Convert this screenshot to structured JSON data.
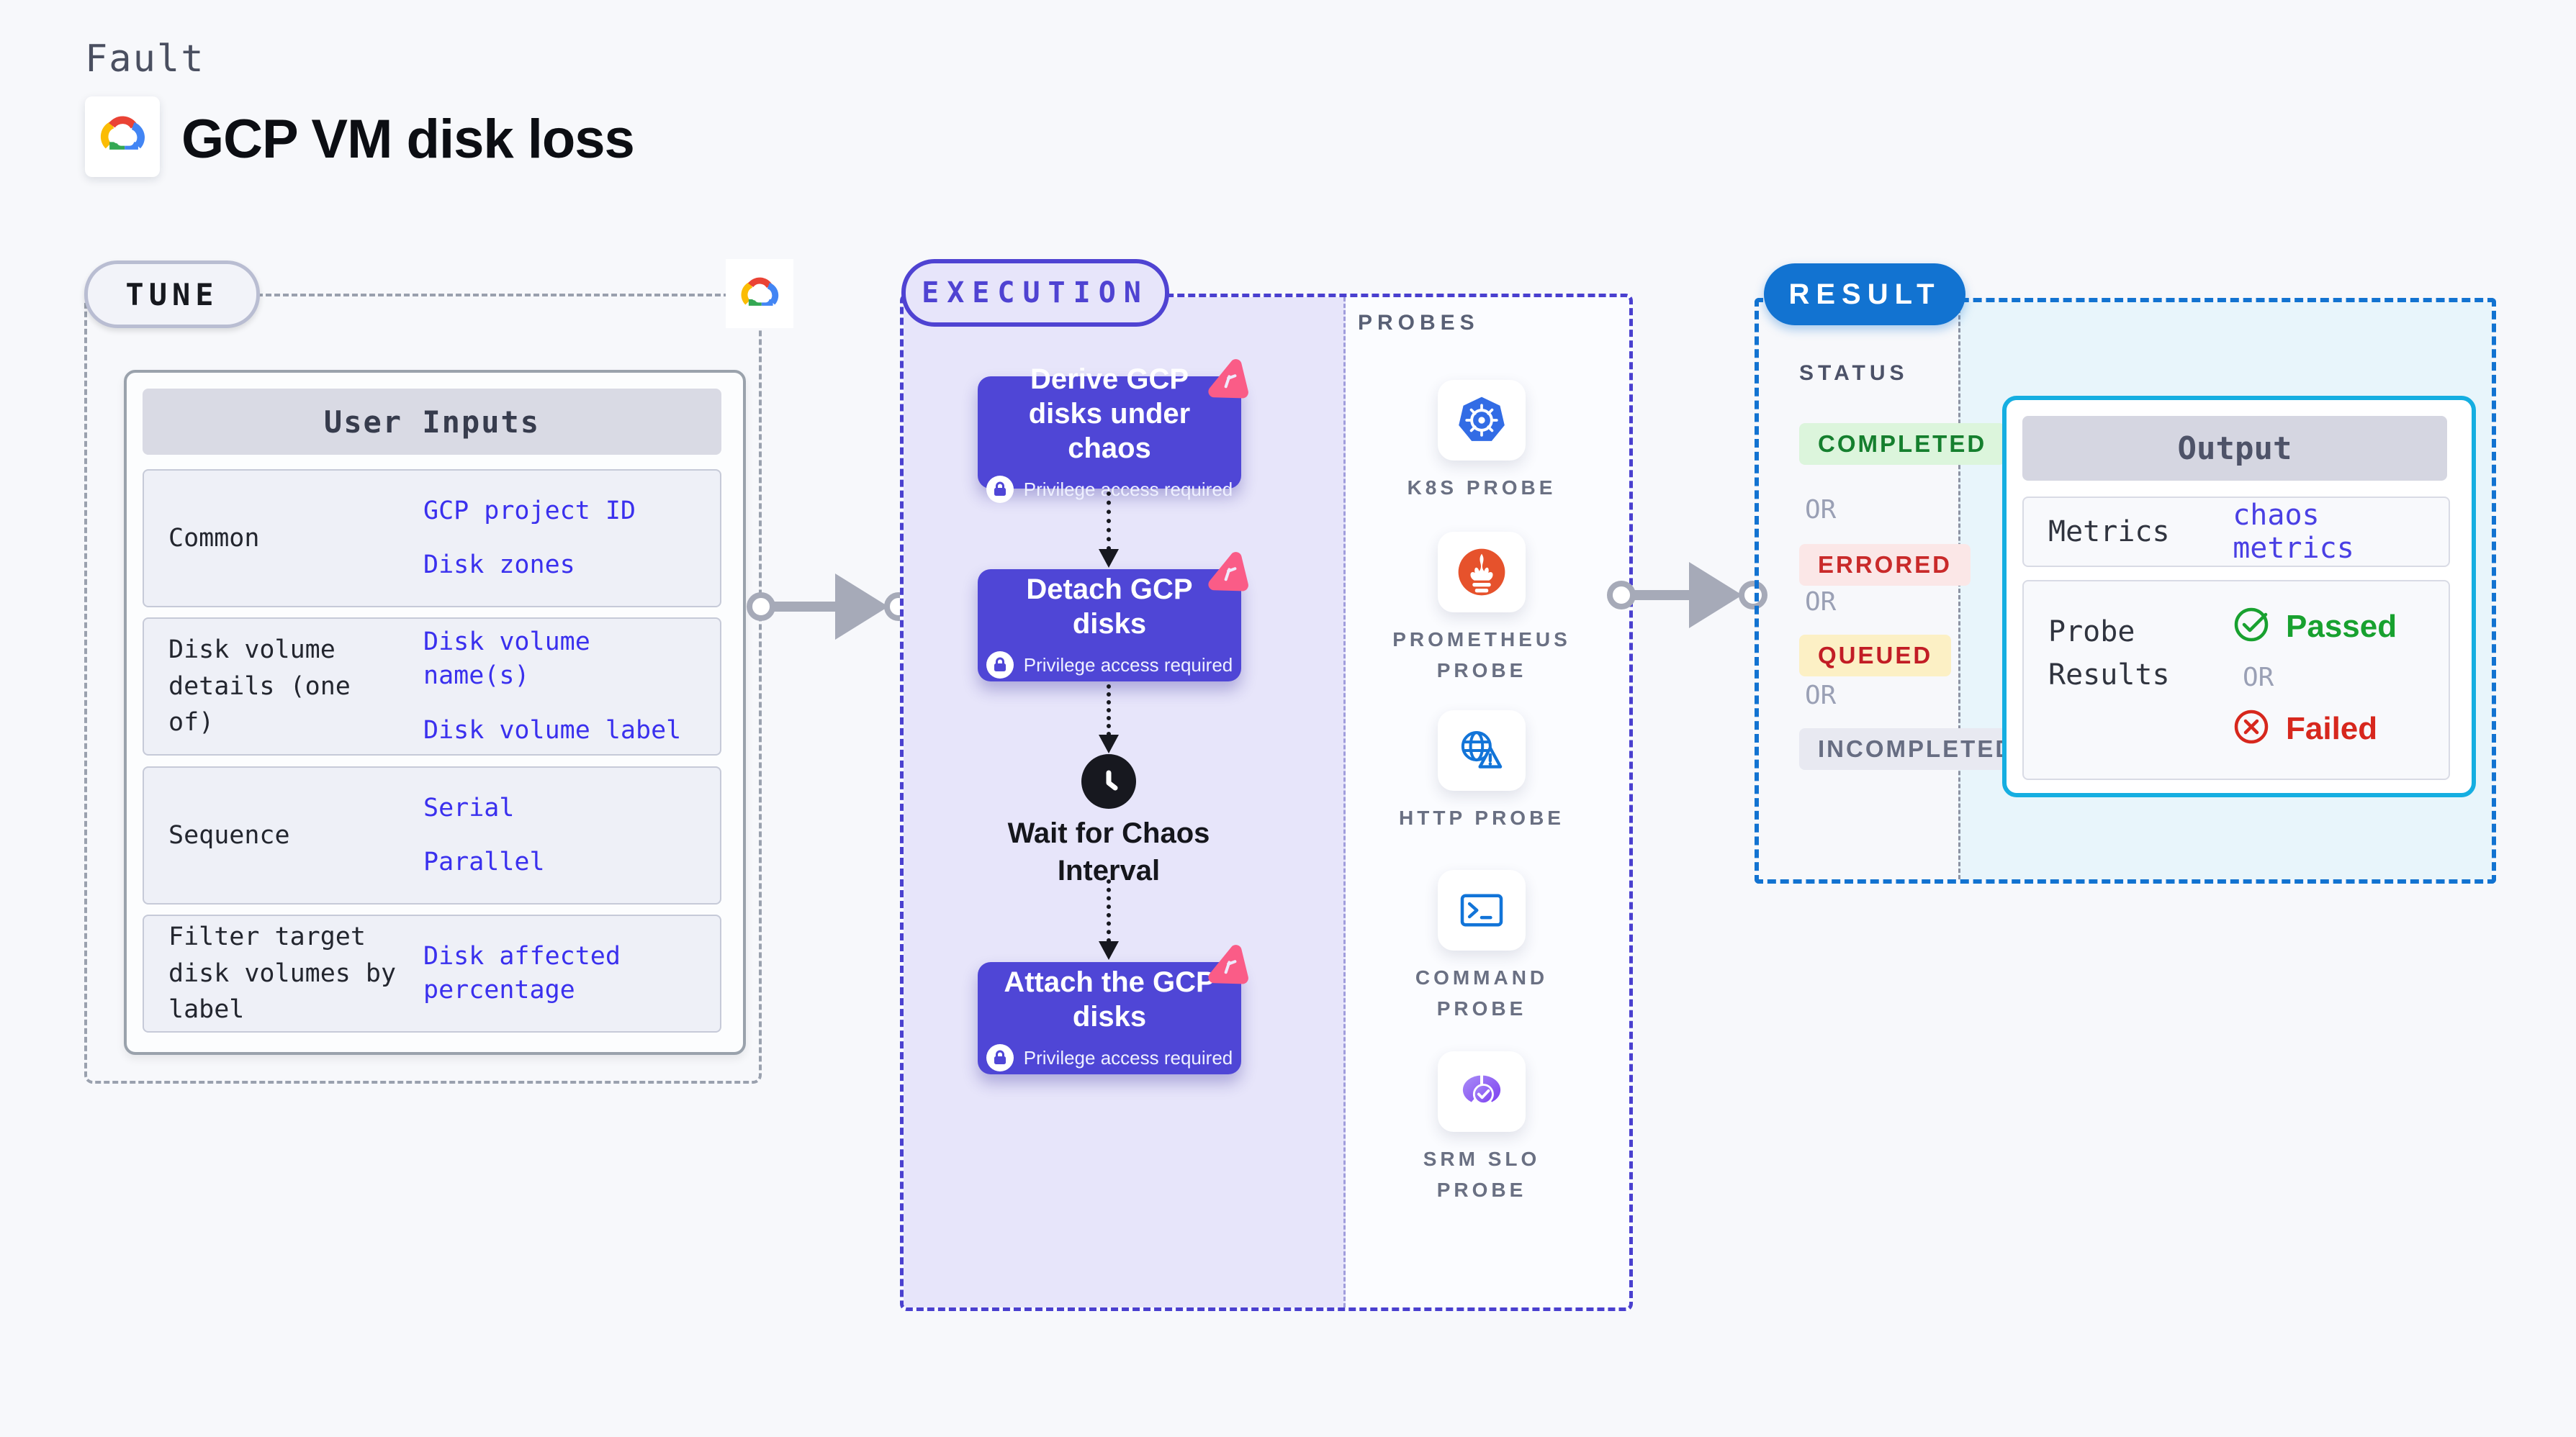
{
  "header": {
    "eyebrow": "Fault",
    "title": "GCP VM disk loss",
    "logo": "gcp-cloud-logo"
  },
  "tune": {
    "label": "TUNE",
    "table": {
      "header": "User Inputs",
      "rows": [
        {
          "label": "Common",
          "values": [
            "GCP project ID",
            "Disk zones"
          ]
        },
        {
          "label": "Disk volume details (one of)",
          "values": [
            "Disk volume name(s)",
            "Disk volume label"
          ]
        },
        {
          "label": "Sequence",
          "values": [
            "Serial",
            "Parallel"
          ]
        },
        {
          "label": "Filter target disk volumes by label",
          "values": [
            "Disk affected percentage"
          ]
        }
      ]
    }
  },
  "execution": {
    "label": "EXECUTION",
    "steps": [
      {
        "title": "Derive GCP disks under chaos",
        "badge": "Privilege access required"
      },
      {
        "title": "Detach GCP disks",
        "badge": "Privilege access required"
      },
      {
        "title": "Wait for Chaos Interval",
        "type": "wait"
      },
      {
        "title": "Attach the GCP disks",
        "badge": "Privilege access required"
      }
    ]
  },
  "probes": {
    "label": "PROBES",
    "items": [
      {
        "name": "K8S PROBE",
        "icon": "kubernetes-icon"
      },
      {
        "name": "PROMETHEUS PROBE",
        "icon": "prometheus-icon"
      },
      {
        "name": "HTTP PROBE",
        "icon": "globe-warning-icon"
      },
      {
        "name": "COMMAND PROBE",
        "icon": "terminal-icon"
      },
      {
        "name": "SRM SLO PROBE",
        "icon": "slo-gauge-icon"
      }
    ]
  },
  "result": {
    "label": "RESULT",
    "status": {
      "label": "STATUS",
      "or": "OR",
      "badges": [
        {
          "text": "COMPLETED",
          "fg": "#157f2e",
          "bg": "#dcf5dc"
        },
        {
          "text": "ERRORED",
          "fg": "#c92a2a",
          "bg": "#fbe7e7"
        },
        {
          "text": "QUEUED",
          "fg": "#c21d25",
          "bg": "#fcf0c5"
        },
        {
          "text": "INCOMPLETED",
          "fg": "#676d82",
          "bg": "#e8e9f1"
        }
      ]
    },
    "output": {
      "header": "Output",
      "metrics_label": "Metrics",
      "metrics_value": "chaos metrics",
      "probe_results_label": "Probe Results",
      "passed": "Passed",
      "or": "OR",
      "failed": "Failed"
    }
  },
  "colors": {
    "page_bg": "#f7f8fb",
    "accent_indigo": "#4f46d6",
    "execution_border": "#4a40cf",
    "execution_fill": "#e7e5fa",
    "link_blue": "#3a30ee",
    "result_blue": "#1273d1",
    "result_fill": "#e8f5fb",
    "output_border": "#15aee1",
    "passed_green": "#18a12f",
    "failed_red": "#d7271d",
    "chaos_pink": "#fa5c87",
    "kubernetes_blue": "#326ce5",
    "prometheus_orange": "#e6522c",
    "gcp_red": "#EA4335",
    "gcp_blue": "#4285F4",
    "gcp_yellow": "#FBBC04",
    "gcp_green": "#34A853"
  }
}
